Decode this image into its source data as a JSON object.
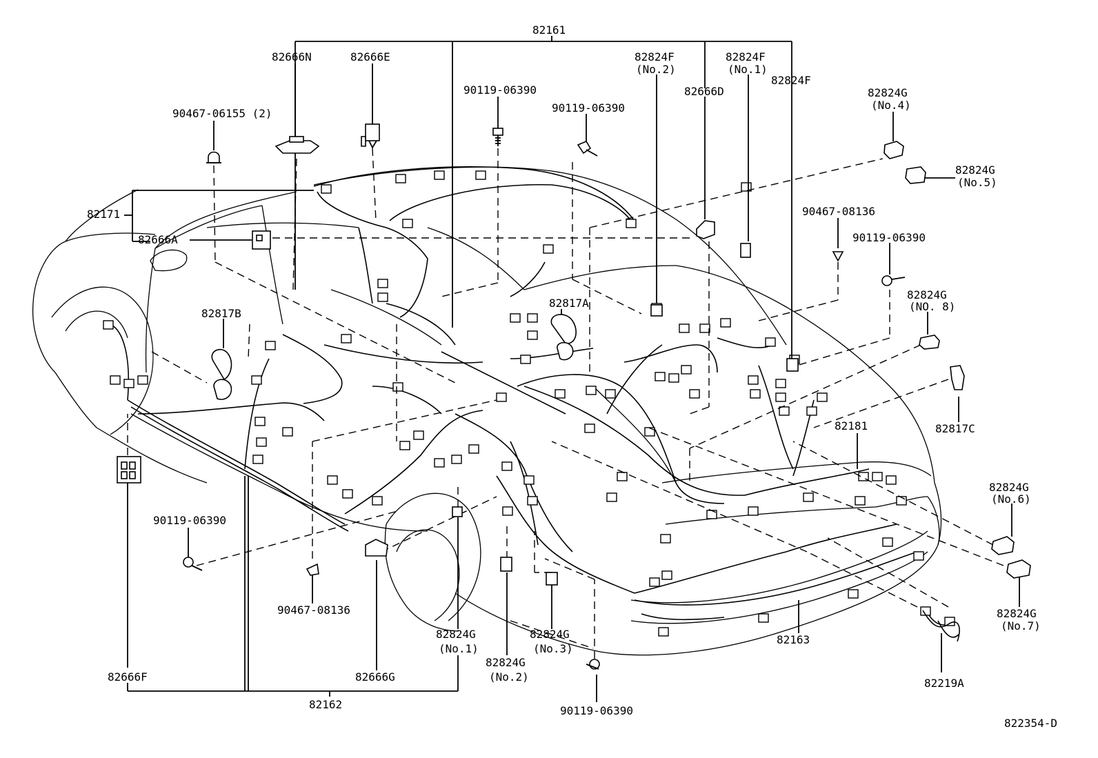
{
  "labels": {
    "p82161": "82161",
    "p82666N": "82666N",
    "p82666E": "82666E",
    "p90119_top": "90119-06390",
    "p90119_top2": "90119-06390",
    "p90467_06155": "90467-06155 (2)",
    "p82824F_no2": "82824F",
    "p82824F_no2_sub": "(No.2)",
    "p82824F_no1": "82824F",
    "p82824F_no1_sub": "(No.1)",
    "p82824F": "82824F",
    "p82666D": "82666D",
    "p82824G_no4": "82824G",
    "p82824G_no4_sub": "(No.4)",
    "p82824G_no5": "82824G",
    "p82824G_no5_sub": "(No.5)",
    "p90467_08136_r": "90467-08136",
    "p90119_r": "90119-06390",
    "p82824G_no8": "82824G",
    "p82824G_no8_sub": "(NO. 8)",
    "p82171": "82171",
    "p82666A": "82666A",
    "p82817B": "82817B",
    "p82817A": "82817A",
    "p82817C": "82817C",
    "p82181": "82181",
    "p82824G_no6": "82824G",
    "p82824G_no6_sub": "(No.6)",
    "p82824G_no7": "82824G",
    "p82824G_no7_sub": "(No.7)",
    "p90119_l": "90119-06390",
    "p90467_08136_b": "90467-08136",
    "p82824G_no1": "82824G",
    "p82824G_no1_sub": "(No.1)",
    "p82824G_no3": "82824G",
    "p82824G_no3_sub": "(No.3)",
    "p82824G_no2": "82824G",
    "p82824G_no2_sub": "(No.2)",
    "p82163": "82163",
    "p82666F": "82666F",
    "p82666G": "82666G",
    "p82162": "82162",
    "p90119_b": "90119-06390",
    "p82219A": "82219A",
    "diagram_id": "822354-D"
  }
}
